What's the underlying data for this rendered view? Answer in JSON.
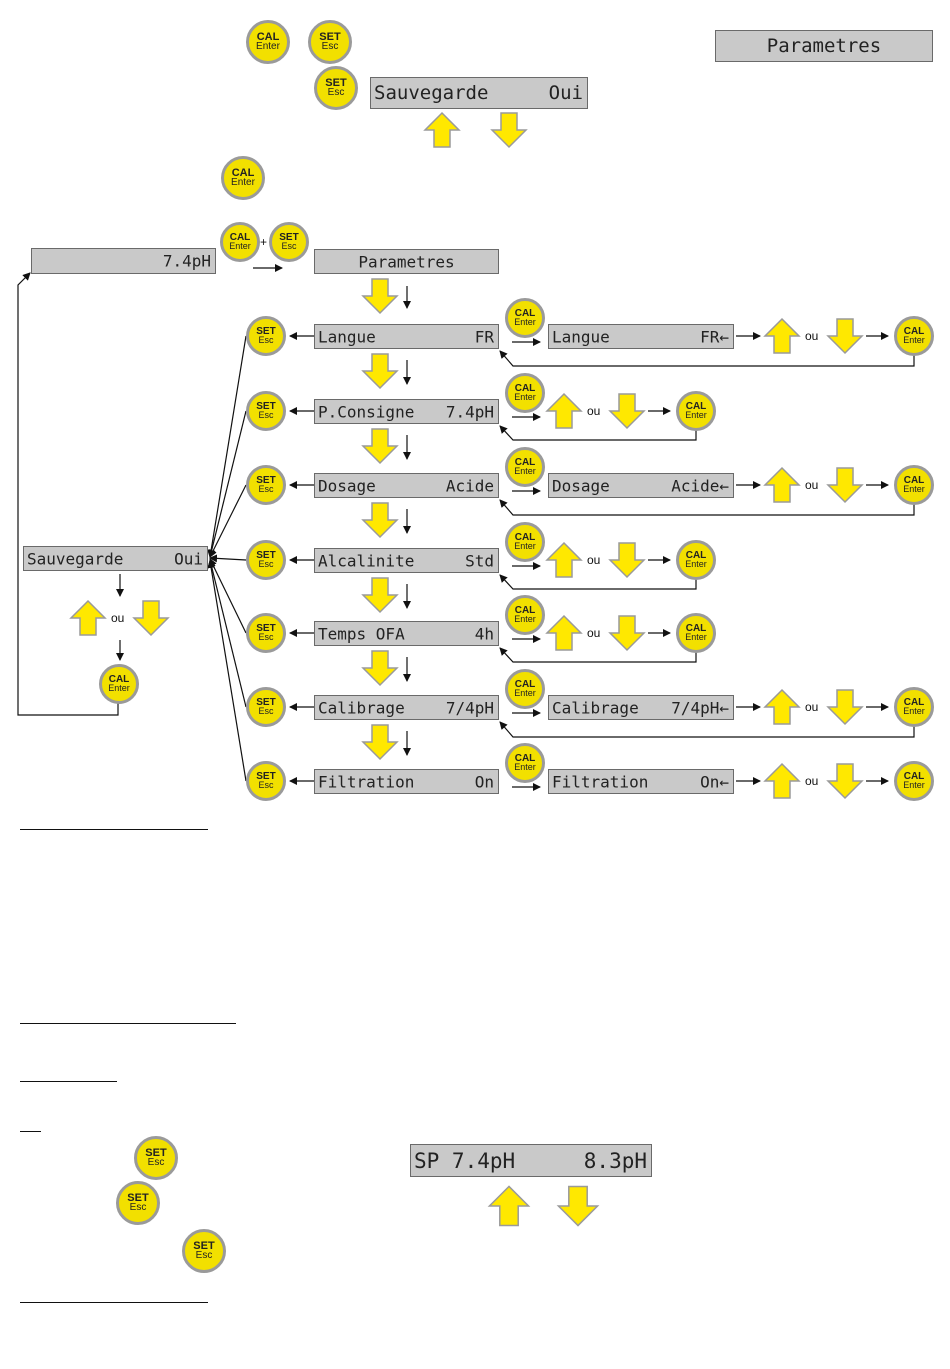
{
  "buttons": {
    "cal_top": "CAL",
    "cal_bottom": "Enter",
    "set_top": "SET",
    "set_bottom": "Esc",
    "plus": "+",
    "ou": "ou"
  },
  "header": {
    "parametres_label": "Parametres",
    "sauvegarde_display": {
      "left": "Sauvegarde",
      "right": "Oui"
    }
  },
  "main_display": {
    "value": "7.4pH"
  },
  "menu_title": "Parametres",
  "menu_rows": [
    {
      "left": "Langue",
      "right": "FR",
      "edit_left": "Langue",
      "edit_right": "FR←"
    },
    {
      "left": "P.Consigne",
      "right": "7.4pH"
    },
    {
      "left": "Dosage",
      "right": "Acide",
      "edit_left": "Dosage",
      "edit_right": "Acide←"
    },
    {
      "left": "Alcalinite",
      "right": "Std"
    },
    {
      "left": "Temps OFA",
      "right": "4h"
    },
    {
      "left": "Calibrage",
      "right": "7/4pH",
      "edit_left": "Calibrage",
      "edit_right": "7/4pH←"
    },
    {
      "left": "Filtration",
      "right": "On",
      "edit_left": "Filtration",
      "edit_right": "On←"
    }
  ],
  "save_display": {
    "left": "Sauvegarde",
    "right": "Oui"
  },
  "sp_display": {
    "left": "SP 7.4pH",
    "right": "8.3pH"
  },
  "colors": {
    "button_fill": "#f2e000",
    "arrow_fill": "#ffe800",
    "lcd_bg": "#c9c9c9"
  }
}
